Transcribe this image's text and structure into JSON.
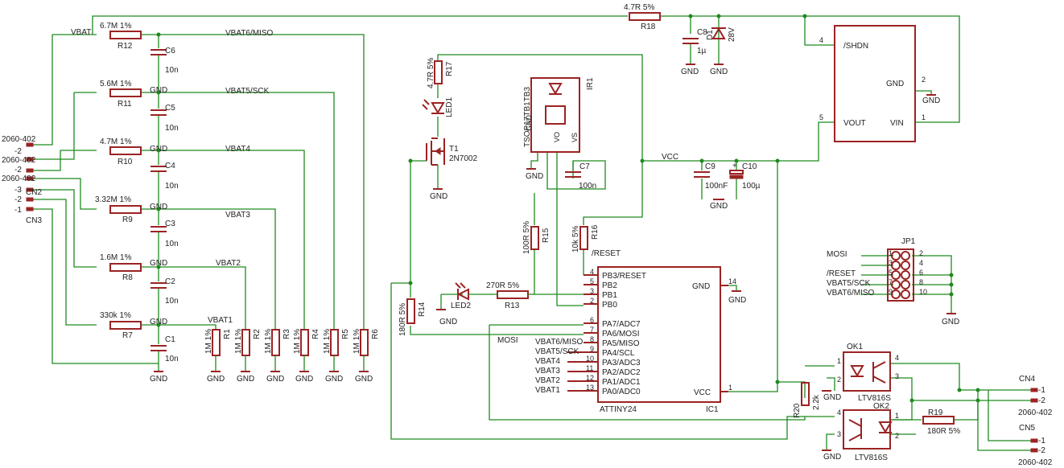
{
  "resistors": [
    {
      "name": "R12",
      "value": "6.7M 1%"
    },
    {
      "name": "R11",
      "value": "5.6M 1%"
    },
    {
      "name": "R10",
      "value": "4.7M 1%"
    },
    {
      "name": "R9",
      "value": "3.32M 1%"
    },
    {
      "name": "R8",
      "value": "1.6M 1%"
    },
    {
      "name": "R7",
      "value": "330k 1%"
    },
    {
      "name": "R1",
      "value": "1M 1%"
    },
    {
      "name": "R2",
      "value": "1M 1%"
    },
    {
      "name": "R3",
      "value": "1M 1%"
    },
    {
      "name": "R4",
      "value": "1M 1%"
    },
    {
      "name": "R5",
      "value": "1M 1%"
    },
    {
      "name": "R6",
      "value": "1M 1%"
    },
    {
      "name": "R18",
      "value": "4.7R 5%"
    },
    {
      "name": "R17",
      "value": "4.7R 5%"
    },
    {
      "name": "R15",
      "value": "100R 5%"
    },
    {
      "name": "R16",
      "value": "10k 5%"
    },
    {
      "name": "R13",
      "value": "270R 5%"
    },
    {
      "name": "R14",
      "value": "180R 5%"
    },
    {
      "name": "R20",
      "value": "2.2k"
    },
    {
      "name": "R19",
      "value": "180R 5%"
    }
  ],
  "capacitors": [
    {
      "name": "C6",
      "value": "10n"
    },
    {
      "name": "C5",
      "value": "10n"
    },
    {
      "name": "C4",
      "value": "10n"
    },
    {
      "name": "C3",
      "value": "10n"
    },
    {
      "name": "C2",
      "value": "10n"
    },
    {
      "name": "C1",
      "value": "10n"
    },
    {
      "name": "C8",
      "value": "1µ"
    },
    {
      "name": "C7",
      "value": "100n"
    },
    {
      "name": "C9",
      "value": "100nF"
    },
    {
      "name": "C10",
      "value": "100µ"
    }
  ],
  "nets": {
    "vbat": "VBAT",
    "vbat6": "VBAT6/MISO",
    "vbat5": "VBAT5/SCK",
    "vbat4": "VBAT4",
    "vbat3": "VBAT3",
    "vbat2": "VBAT2",
    "vbat1": "VBAT1",
    "vcc": "VCC",
    "mosi": "MOSI",
    "gnd": "GND",
    "reset": "/RESET"
  },
  "connectors": {
    "cn_left_top": "2060-402",
    "cn_left_mid1": "2060-402",
    "cn_left_mid2": "2060-402",
    "cn2": "CN2",
    "cn3": "CN3",
    "cn4": "CN4",
    "cn5": "CN5",
    "cn4_part": "2060-402",
    "cn5_part": "2060-402",
    "pin_neg2": "-2",
    "pin_neg1": "-1",
    "pin_neg3": "-3"
  },
  "diode_d1": {
    "name": "D1",
    "value": "28V"
  },
  "led1": {
    "name": "LED1"
  },
  "led2": {
    "name": "LED2"
  },
  "transistor": {
    "name": "T1",
    "part": "2N7002"
  },
  "ir_receiver": {
    "name": "IR1",
    "part": "TSOP17TB1TB3",
    "pins": [
      "GND",
      "VO",
      "VS"
    ]
  },
  "regulator": {
    "pins": [
      {
        "num": "4",
        "label": "/SHDN"
      },
      {
        "num": "2",
        "label": "GND"
      },
      {
        "num": "5",
        "label": "VOUT"
      },
      {
        "num": "1",
        "label": "VIN"
      }
    ]
  },
  "mcu": {
    "name": "IC1",
    "part": "ATTINY24",
    "left_pins": [
      {
        "num": "4",
        "label": "PB3/RESET"
      },
      {
        "num": "5",
        "label": "PB2"
      },
      {
        "num": "3",
        "label": "PB1"
      },
      {
        "num": "2",
        "label": "PB0"
      },
      {
        "num": "6",
        "label": "PA7/ADC7"
      },
      {
        "num": "7",
        "label": "PA6/MOSI"
      },
      {
        "num": "8",
        "label": "PA5/MISO"
      },
      {
        "num": "9",
        "label": "PA4/SCL"
      },
      {
        "num": "10",
        "label": "PA3/ADC3"
      },
      {
        "num": "11",
        "label": "PA2/ADC2"
      },
      {
        "num": "12",
        "label": "PA1/ADC1"
      },
      {
        "num": "13",
        "label": "PA0/ADC0"
      }
    ],
    "left_nets": [
      "MOSI",
      "VBAT6/MISO",
      "VBAT5/SCK",
      "VBAT4",
      "VBAT3",
      "VBAT2",
      "VBAT1"
    ],
    "gnd_pin": {
      "num": "14",
      "label": "GND"
    },
    "vcc_pin": {
      "num": "1",
      "label": "VCC"
    }
  },
  "header": {
    "name": "JP1",
    "left_labels": [
      "MOSI",
      "/RESET",
      "VBAT5/SCK",
      "VBAT6/MISO"
    ],
    "odd": [
      "1",
      "3",
      "5",
      "7",
      "9"
    ],
    "even": [
      "2",
      "4",
      "6",
      "8",
      "10"
    ]
  },
  "ok1": {
    "name": "OK1",
    "part": "LTV816S",
    "pins": [
      "1",
      "2",
      "3",
      "4"
    ]
  },
  "ok2": {
    "name": "OK2",
    "part": "LTV816S",
    "pins": [
      "1",
      "2",
      "3",
      "4"
    ]
  }
}
